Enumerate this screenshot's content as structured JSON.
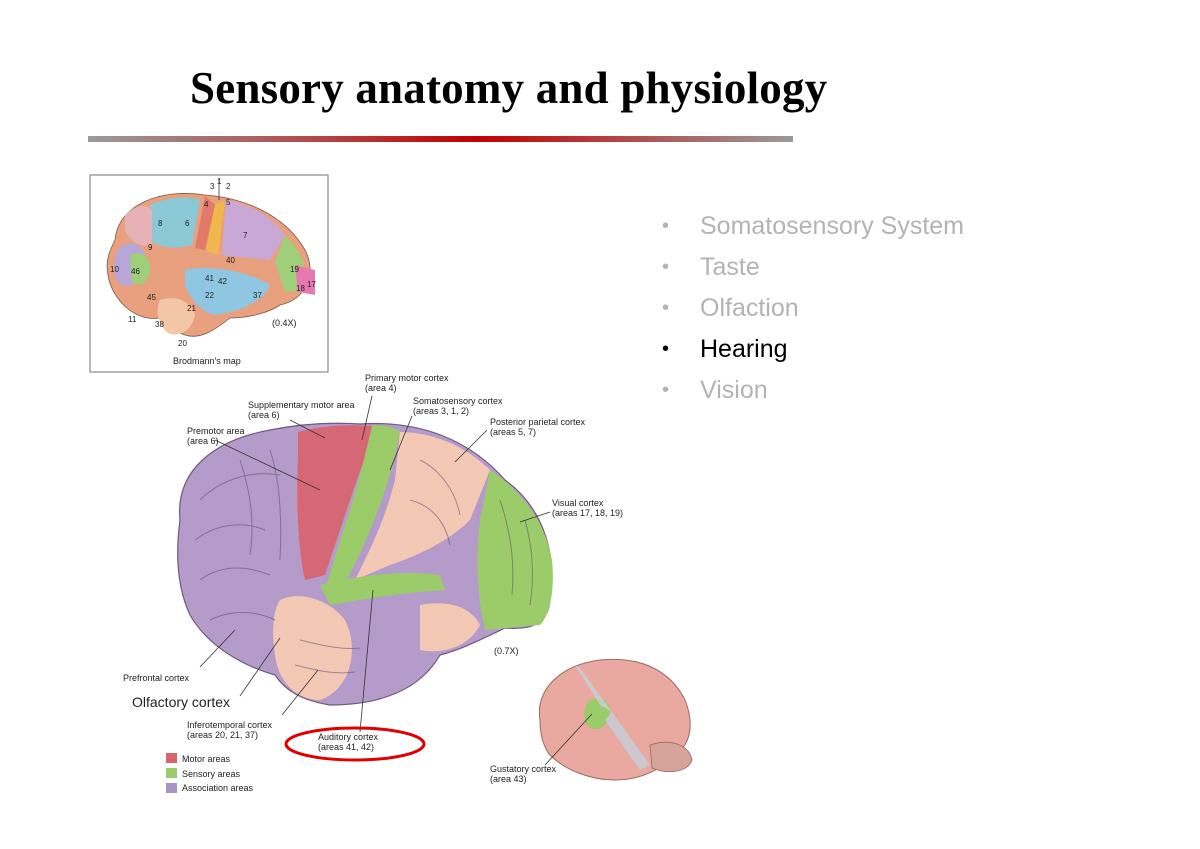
{
  "slide": {
    "title": "Sensory anatomy and physiology",
    "accent_color": "#c00000"
  },
  "bullets": [
    {
      "text": "Somatosensory System",
      "active": false
    },
    {
      "text": "Taste",
      "active": false
    },
    {
      "text": "Olfaction",
      "active": false
    },
    {
      "text": "Hearing",
      "active": true
    },
    {
      "text": "Vision",
      "active": false
    }
  ],
  "brodmann_map": {
    "caption": "Brodmann's map",
    "magnification": "(0.4X)",
    "area_numbers": [
      "3",
      "1",
      "2",
      "4",
      "5",
      "6",
      "7",
      "8",
      "9",
      "10",
      "46",
      "40",
      "41",
      "42",
      "22",
      "45",
      "37",
      "19",
      "18",
      "17",
      "11",
      "21",
      "38",
      "20"
    ]
  },
  "main_figure": {
    "magnification": "(0.7X)",
    "labels": {
      "primary_motor": [
        "Primary motor cortex",
        "(area 4)"
      ],
      "somatosensory": [
        "Somatosensory cortex",
        "(areas 3, 1, 2)"
      ],
      "supplementary_motor": [
        "Supplementary motor area",
        "(area 6)"
      ],
      "posterior_parietal": [
        "Posterior parietal cortex",
        "(areas 5, 7)"
      ],
      "premotor": [
        "Premotor area",
        "(area 6)"
      ],
      "visual": [
        "Visual cortex",
        "(areas 17, 18, 19)"
      ],
      "prefrontal": [
        "Prefrontal cortex"
      ],
      "olfactory": "Olfactory cortex",
      "inferotemporal": [
        "Inferotemporal cortex",
        "(areas 20, 21, 37)"
      ],
      "auditory": [
        "Auditory cortex",
        "(areas 41, 42)"
      ],
      "gustatory": [
        "Gustatory cortex",
        "(area 43)"
      ]
    },
    "highlight_color": "#e00000"
  },
  "legend": [
    {
      "label": "Motor areas",
      "color": "#d9646e"
    },
    {
      "label": "Sensory areas",
      "color": "#9ccc6a"
    },
    {
      "label": "Association areas",
      "color": "#a795c4"
    }
  ]
}
